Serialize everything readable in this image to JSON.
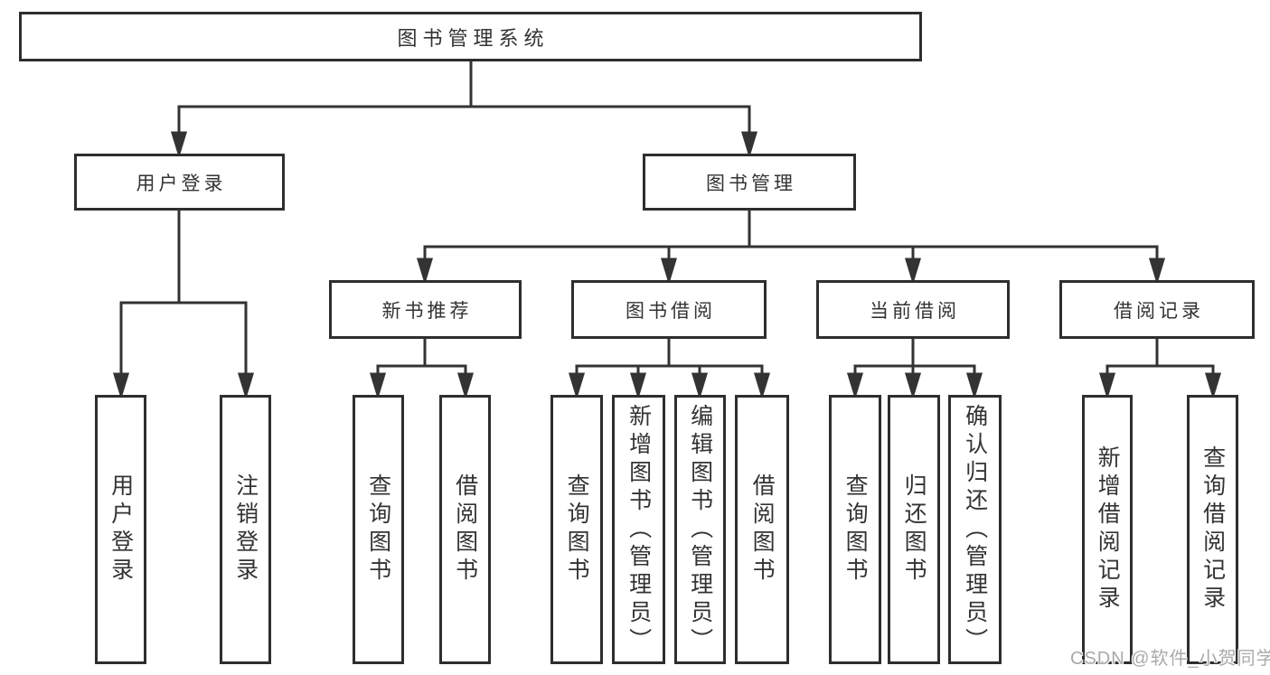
{
  "diagram": {
    "title": "图书管理系统",
    "level2": [
      {
        "label": "用户登录"
      },
      {
        "label": "图书管理"
      }
    ],
    "level3": [
      {
        "label": "新书推荐"
      },
      {
        "label": "图书借阅"
      },
      {
        "label": "当前借阅"
      },
      {
        "label": "借阅记录"
      }
    ],
    "leaves": [
      {
        "label": "用户登录"
      },
      {
        "label": "注销登录"
      },
      {
        "label": "查询图书"
      },
      {
        "label": "借阅图书"
      },
      {
        "label": "查询图书"
      },
      {
        "label": "新增图书（管理员）"
      },
      {
        "label": "编辑图书（管理员）"
      },
      {
        "label": "借阅图书"
      },
      {
        "label": "查询图书"
      },
      {
        "label": "归还图书"
      },
      {
        "label": "确认归还（管理员）"
      },
      {
        "label": "新增借阅记录"
      },
      {
        "label": "查询借阅记录"
      }
    ]
  },
  "watermark": {
    "text": "CSDN @软件_小贺同学"
  },
  "colors": {
    "line": "#333333",
    "border": "#2e2e2e",
    "text": "#333333",
    "background": "#ffffff",
    "watermark": "#aaaaaa"
  }
}
